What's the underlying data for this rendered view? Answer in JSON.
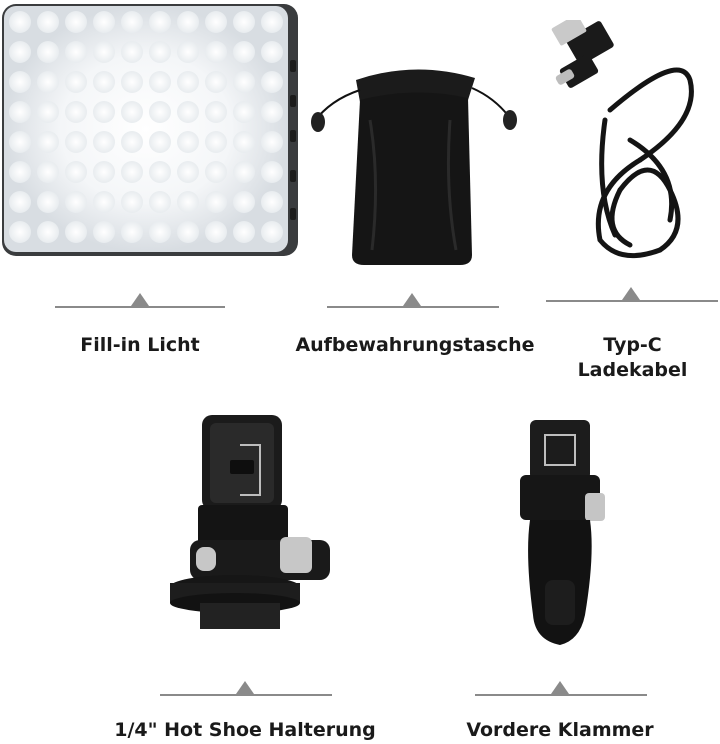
{
  "items": [
    {
      "label": "Fill-in Licht"
    },
    {
      "label": "Aufbewahrungstasche"
    },
    {
      "label_line1": "Typ-C",
      "label_line2": "Ladekabel"
    },
    {
      "label": "1/4\" Hot Shoe Halterung"
    },
    {
      "label": "Vordere Klammer"
    }
  ]
}
